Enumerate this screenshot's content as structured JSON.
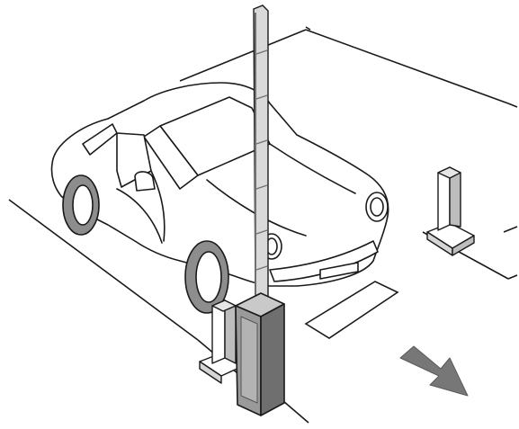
{
  "illustration": {
    "subject": "",
    "elements": [
      "car",
      "barrier-gate",
      "boom-arm",
      "ticket-dispenser",
      "pedestal-post",
      "lane-markings",
      "exit-arrow-icon"
    ]
  },
  "colors": {
    "background": "#ffffff",
    "line": "#1a1a1a",
    "gate_light": "#c9c9c9",
    "gate_mid": "#9a9a9a",
    "gate_dark": "#6f6f6f",
    "tire": "#8d8d8d",
    "arrow": "#777777"
  }
}
